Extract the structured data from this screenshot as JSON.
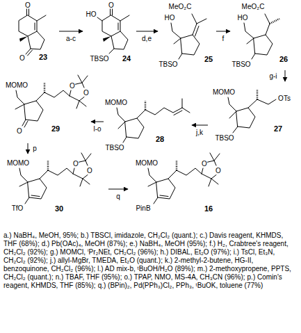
{
  "diagram": {
    "nodes": [
      {
        "text": [
          "23",
          "O",
          "O"
        ]
      },
      {
        "text": [
          "24",
          "O",
          "HO",
          "TBSO"
        ]
      },
      {
        "text": [
          "25",
          "MeO₂C",
          "HO",
          "TBSO"
        ]
      },
      {
        "text": [
          "26",
          "MeO₂C",
          "HO",
          "TBSO"
        ]
      },
      {
        "text": [
          "29",
          "MOMO",
          "O",
          "O",
          "O"
        ]
      },
      {
        "text": [
          "28",
          "MOMO",
          "TBSO"
        ]
      },
      {
        "text": [
          "27",
          "MOMO",
          "OTs",
          "TBSO"
        ]
      },
      {
        "text": [
          "30",
          "MOMO",
          "TfO",
          "O",
          "O"
        ]
      },
      {
        "text": [
          "16",
          "MOMO",
          "PinB",
          "O",
          "O"
        ]
      }
    ],
    "edges": [
      {
        "from": 0,
        "to": 1,
        "label": "a-c",
        "arrow": "to"
      },
      {
        "from": 1,
        "to": 2,
        "label": "d,e",
        "arrow": "to"
      },
      {
        "from": 2,
        "to": 3,
        "label": "f",
        "arrow": "to"
      },
      {
        "from": 3,
        "to": 6,
        "label": "g-i",
        "arrow": "to"
      },
      {
        "from": 6,
        "to": 5,
        "label": "j,k",
        "arrow": "to"
      },
      {
        "from": 5,
        "to": 4,
        "label": "l-o",
        "arrow": "to"
      },
      {
        "from": 4,
        "to": 7,
        "label": "p",
        "arrow": "to"
      },
      {
        "from": 7,
        "to": 8,
        "label": "q",
        "arrow": "to"
      }
    ],
    "labels": [
      "a.) NaBH₄, MeOH, 95%;",
      "b.) TBSCl, imidazole, CH₂Cl₂ (quant.);",
      "c.) Davis reagent, KHMDS, THF (68%);",
      "d.) Pb(OAc)₄, MeOH (87%);",
      "e.) NaBH₄, MeOH (95%);",
      "f.) H₂, Crabtree's reagent, CH₂Cl₂ (92%);",
      "g.) MOMCl, ⁱPr₂NEt, CH₂Cl₂ (96%);",
      "h.) DIBAL, Et₂O (97%);",
      "i.) TsCl, Et₃N, CH₂Cl₂ (92%);",
      "j.) allyl-MgBr, TMEDA, Et₂O (quant.);",
      "k.) 2-methyl-2-butene, HG-II, benzoquinone, CH₂Cl₂ (96%);",
      "l.) AD mix-b, ᵗBuOH/H₂O (89%);",
      "m.) 2-methoxypropene, PPTS, CH₂Cl₂ (quant.);",
      "n.) TBAF, THF (95%);",
      "o.) TPAP, NMO, MS-4A, CH₃CN (96%);",
      "p.) Comin's reagent, KHMDS, THF (85%);",
      "q.) (BPin)₂, Pd(PPh₃)Cl₂, PPh₃, ᵗBuOK, toluene (77%)"
    ]
  }
}
